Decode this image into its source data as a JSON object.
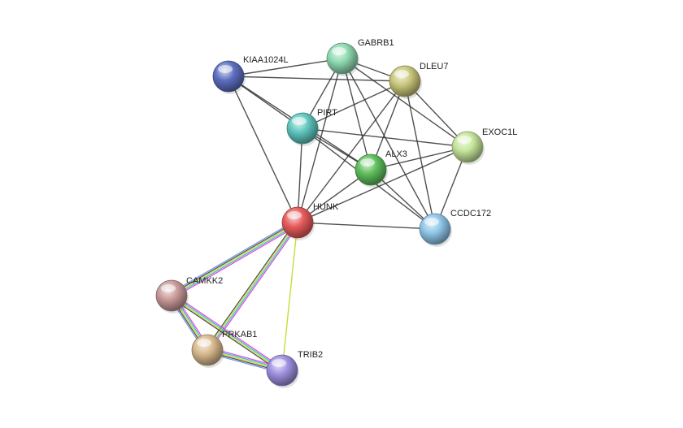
{
  "nodes": [
    {
      "id": "KIAA1024L",
      "label": "KIAA1024L",
      "color": "#5c6fc0"
    },
    {
      "id": "GABRB1",
      "label": "GABRB1",
      "color": "#8ed9b0"
    },
    {
      "id": "DLEU7",
      "label": "DLEU7",
      "color": "#c9c77a"
    },
    {
      "id": "PIRT",
      "label": "PIRT",
      "color": "#5fc6bf"
    },
    {
      "id": "EXOC1L",
      "label": "EXOC1L",
      "color": "#c5e59a"
    },
    {
      "id": "ALX3",
      "label": "ALX3",
      "color": "#5fbf5c"
    },
    {
      "id": "HUNK",
      "label": "HUNK",
      "color": "#e85b5b"
    },
    {
      "id": "CCDC172",
      "label": "CCDC172",
      "color": "#8fc6e8"
    },
    {
      "id": "CAMKK2",
      "label": "CAMKK2",
      "color": "#c99a9a"
    },
    {
      "id": "PRKAB1",
      "label": "PRKAB1",
      "color": "#d8b98e"
    },
    {
      "id": "TRIB2",
      "label": "TRIB2",
      "color": "#9f8fe0"
    }
  ],
  "edges": [
    {
      "source": "KIAA1024L",
      "target": "GABRB1",
      "colors": [
        "#333333"
      ]
    },
    {
      "source": "KIAA1024L",
      "target": "DLEU7",
      "colors": [
        "#333333"
      ]
    },
    {
      "source": "KIAA1024L",
      "target": "PIRT",
      "colors": [
        "#333333"
      ]
    },
    {
      "source": "KIAA1024L",
      "target": "ALX3",
      "colors": [
        "#333333"
      ]
    },
    {
      "source": "KIAA1024L",
      "target": "HUNK",
      "colors": [
        "#333333"
      ]
    },
    {
      "source": "GABRB1",
      "target": "DLEU7",
      "colors": [
        "#333333"
      ]
    },
    {
      "source": "GABRB1",
      "target": "PIRT",
      "colors": [
        "#333333"
      ]
    },
    {
      "source": "GABRB1",
      "target": "EXOC1L",
      "colors": [
        "#333333"
      ]
    },
    {
      "source": "GABRB1",
      "target": "ALX3",
      "colors": [
        "#333333"
      ]
    },
    {
      "source": "GABRB1",
      "target": "HUNK",
      "colors": [
        "#333333"
      ]
    },
    {
      "source": "GABRB1",
      "target": "CCDC172",
      "colors": [
        "#333333"
      ]
    },
    {
      "source": "DLEU7",
      "target": "PIRT",
      "colors": [
        "#333333"
      ]
    },
    {
      "source": "DLEU7",
      "target": "EXOC1L",
      "colors": [
        "#333333"
      ]
    },
    {
      "source": "DLEU7",
      "target": "ALX3",
      "colors": [
        "#333333"
      ]
    },
    {
      "source": "DLEU7",
      "target": "HUNK",
      "colors": [
        "#333333"
      ]
    },
    {
      "source": "DLEU7",
      "target": "CCDC172",
      "colors": [
        "#333333"
      ]
    },
    {
      "source": "PIRT",
      "target": "EXOC1L",
      "colors": [
        "#333333"
      ]
    },
    {
      "source": "PIRT",
      "target": "ALX3",
      "colors": [
        "#333333"
      ]
    },
    {
      "source": "PIRT",
      "target": "HUNK",
      "colors": [
        "#333333"
      ]
    },
    {
      "source": "PIRT",
      "target": "CCDC172",
      "colors": [
        "#333333"
      ]
    },
    {
      "source": "EXOC1L",
      "target": "ALX3",
      "colors": [
        "#333333"
      ]
    },
    {
      "source": "EXOC1L",
      "target": "HUNK",
      "colors": [
        "#333333"
      ]
    },
    {
      "source": "EXOC1L",
      "target": "CCDC172",
      "colors": [
        "#333333"
      ]
    },
    {
      "source": "ALX3",
      "target": "HUNK",
      "colors": [
        "#333333"
      ]
    },
    {
      "source": "ALX3",
      "target": "CCDC172",
      "colors": [
        "#333333"
      ]
    },
    {
      "source": "HUNK",
      "target": "CCDC172",
      "colors": [
        "#333333"
      ]
    },
    {
      "source": "HUNK",
      "target": "CAMKK2",
      "colors": [
        "#e040e0",
        "#30c0c0",
        "#c8d830",
        "#333333",
        "#7090e0"
      ]
    },
    {
      "source": "HUNK",
      "target": "PRKAB1",
      "colors": [
        "#e040e0",
        "#30c0c0",
        "#c8d830",
        "#333333"
      ]
    },
    {
      "source": "HUNK",
      "target": "TRIB2",
      "colors": [
        "#c8d830"
      ]
    },
    {
      "source": "CAMKK2",
      "target": "PRKAB1",
      "colors": [
        "#e040e0",
        "#30c0c0",
        "#c8d830",
        "#333333",
        "#7090e0"
      ]
    },
    {
      "source": "CAMKK2",
      "target": "TRIB2",
      "colors": [
        "#e040e0",
        "#30c0c0",
        "#c8d830",
        "#333333"
      ]
    },
    {
      "source": "PRKAB1",
      "target": "TRIB2",
      "colors": [
        "#e040e0",
        "#30c0c0",
        "#c8d830",
        "#333333",
        "#7090e0"
      ]
    }
  ]
}
